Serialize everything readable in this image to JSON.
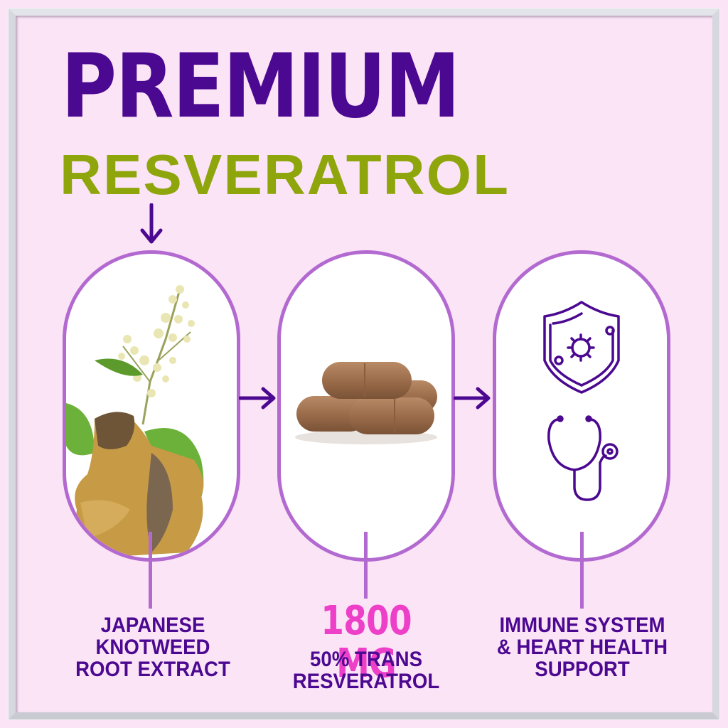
{
  "header": {
    "title_line1": "PREMIUM",
    "title_line2": "RESVERATROL"
  },
  "colors": {
    "background": "#fce4f7",
    "primary_purple": "#4b0890",
    "accent_green": "#8ea50b",
    "pill_border": "#b36ad0",
    "highlight_pink": "#ee3fc8",
    "frame_silver": "#d7d8df"
  },
  "steps": [
    {
      "image": "japanese-knotweed-plant-root",
      "label_lines": [
        "JAPANESE",
        "KNOTWEED",
        "ROOT EXTRACT"
      ]
    },
    {
      "image": "brown-capsules",
      "highlight": "1800 MG",
      "label_lines": [
        "50% TRANS",
        "RESVERATROL"
      ]
    },
    {
      "icons": [
        "shield-virus-icon",
        "stethoscope-icon"
      ],
      "label_lines": [
        "IMMUNE SYSTEM",
        "& HEART HEALTH",
        "SUPPORT"
      ]
    }
  ]
}
